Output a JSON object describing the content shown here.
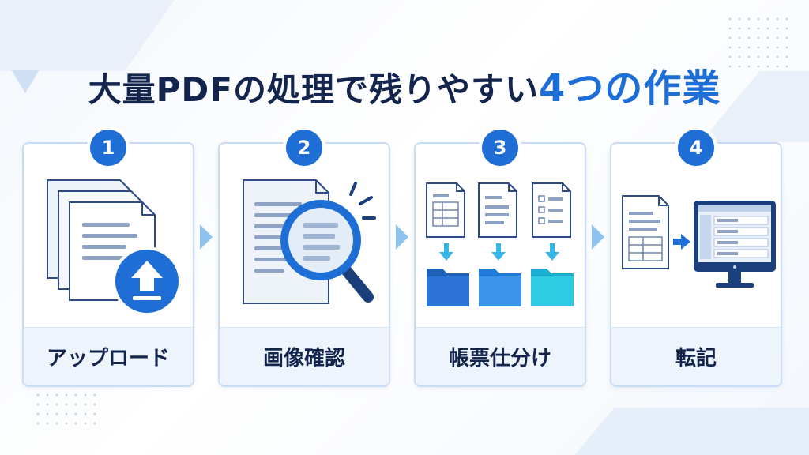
{
  "title": {
    "main": "大量PDFの処理で残りやすい",
    "accent": "4つの作業"
  },
  "steps": [
    {
      "number": "1",
      "label": "アップロード",
      "icon": "upload-documents-icon"
    },
    {
      "number": "2",
      "label": "画像確認",
      "icon": "magnifier-document-icon"
    },
    {
      "number": "3",
      "label": "帳票仕分け",
      "icon": "sort-to-folders-icon"
    },
    {
      "number": "4",
      "label": "転記",
      "icon": "document-to-monitor-icon"
    }
  ],
  "colors": {
    "primary": "#1e6ed6",
    "navy": "#13244d",
    "card_border": "#c9dcf3",
    "label_bg": "#eef4fc",
    "arrow": "#8fc3ef"
  }
}
